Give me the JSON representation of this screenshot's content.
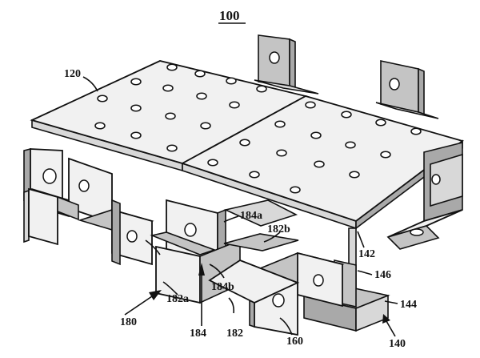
{
  "figure": {
    "title": "100",
    "labels": {
      "l120": "120",
      "l184a": "184a",
      "l182b": "182b",
      "l142": "142",
      "l146": "146",
      "l144": "144",
      "l140": "140",
      "l160": "160",
      "l182": "182",
      "l184": "184",
      "l184b": "184b",
      "l182a": "182a",
      "l180": "180"
    }
  }
}
